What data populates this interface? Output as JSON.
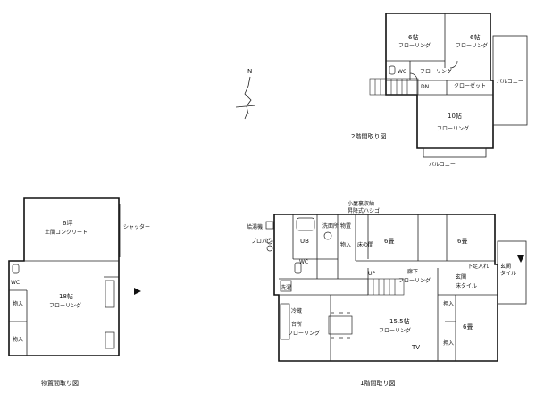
{
  "titles": {
    "annex": "物置間取り図",
    "first": "1階間取り図",
    "second": "2階間取り図"
  },
  "compass": {
    "north": "N"
  },
  "annex": {
    "garage_size": "6坪",
    "garage_floor": "土間コンクリート",
    "shutter": "シャッター",
    "main_size": "18帖",
    "main_floor": "フローリング",
    "wc": "WC",
    "closet_1": "物入",
    "closet_2": "物入"
  },
  "second_floor": {
    "room_a_size": "6帖",
    "room_a_floor": "フローリング",
    "room_b_size": "6帖",
    "room_b_floor": "フローリング",
    "room_c_size": "10帖",
    "room_c_floor": "フローリング",
    "wc": "WC",
    "hall_floor": "フローリング",
    "dn": "DN",
    "closet": "クローゼット",
    "balcony_right": "バルコニー",
    "balcony_bottom": "バルコニー"
  },
  "first_floor": {
    "water_heater": "給湯機",
    "propane": "プロパン",
    "ub": "UB",
    "washroom": "洗面所",
    "storage_note_1": "小屋裏収納",
    "storage_note_2": "昇降式ハシゴ",
    "storage": "物置",
    "closet_1": "物入",
    "tokonoma": "床の間",
    "wc": "WC",
    "washer": "洗濯",
    "tatami_a": "6畳",
    "tatami_b": "6畳",
    "tatami_c": "6畳",
    "up": "UP",
    "corridor": "廊下",
    "corridor_floor": "フローリング",
    "entrance": "玄関",
    "entrance_floor": "床タイル",
    "porch_1": "玄関",
    "porch_2": "タイル",
    "porch_note": "下足入れ",
    "kitchen": "台所",
    "kitchen_floor": "フローリング",
    "fridge_area": "冷蔵",
    "living_size": "15.5帖",
    "living_floor": "フローリング",
    "tv": "TV",
    "oshiire_1": "押入",
    "oshiire_2": "押入"
  }
}
